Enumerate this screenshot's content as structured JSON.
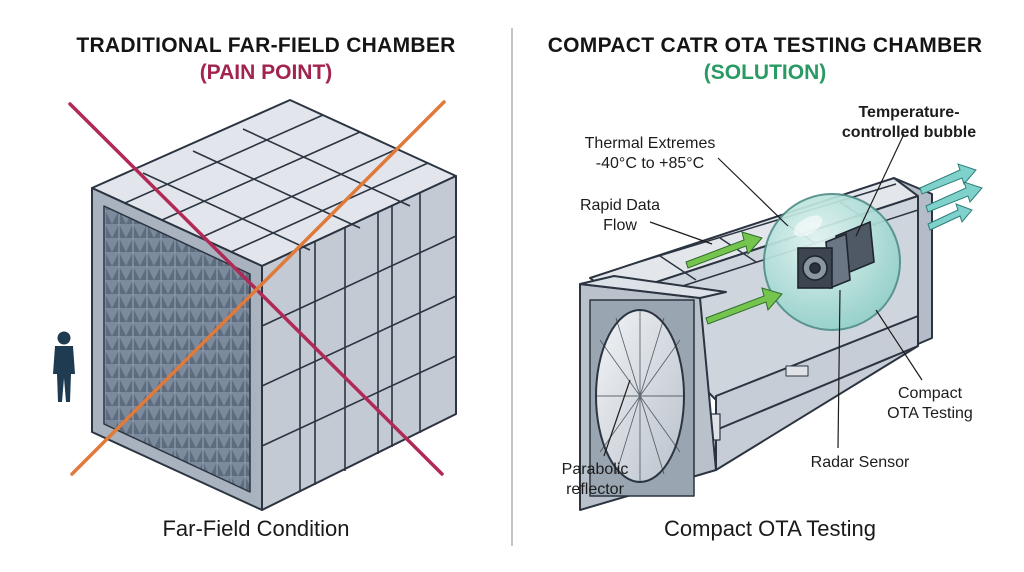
{
  "left": {
    "title": "TRADITIONAL FAR-FIELD CHAMBER",
    "subtitle": "(PAIN POINT)",
    "caption": "Far-Field Condition"
  },
  "right": {
    "title": "COMPACT CATR OTA TESTING CHAMBER",
    "subtitle": "(SOLUTION)",
    "caption": "Compact OTA Testing",
    "labels": {
      "thermal_line1": "Thermal Extremes",
      "thermal_line2": "-40°C to +85°C",
      "rapid_line1": "Rapid Data",
      "rapid_line2": "Flow",
      "temp_line1": "Temperature-",
      "temp_line2": "controlled bubble",
      "compact_line1": "Compact",
      "compact_line2": "OTA Testing",
      "radar": "Radar Sensor",
      "parabolic_line1": "Parabolic",
      "parabolic_line2": "reflector"
    }
  },
  "colors": {
    "pain": "#a3234f",
    "solution": "#2a9a63",
    "cross_red": "#b02a55",
    "cross_orange": "#e07a3a",
    "chamber_steel": "#c3cad4",
    "absorber": "#6f7f93",
    "bubble": "#9fd9d2",
    "arrow_green": "#74c44e",
    "arrow_teal": "#4fb4ad"
  },
  "icons": [
    "person-icon",
    "red-cross-icon",
    "green-arrow-icon",
    "exhaust-arrow-icon",
    "radar-sensor-icon",
    "parabolic-reflector-icon"
  ]
}
